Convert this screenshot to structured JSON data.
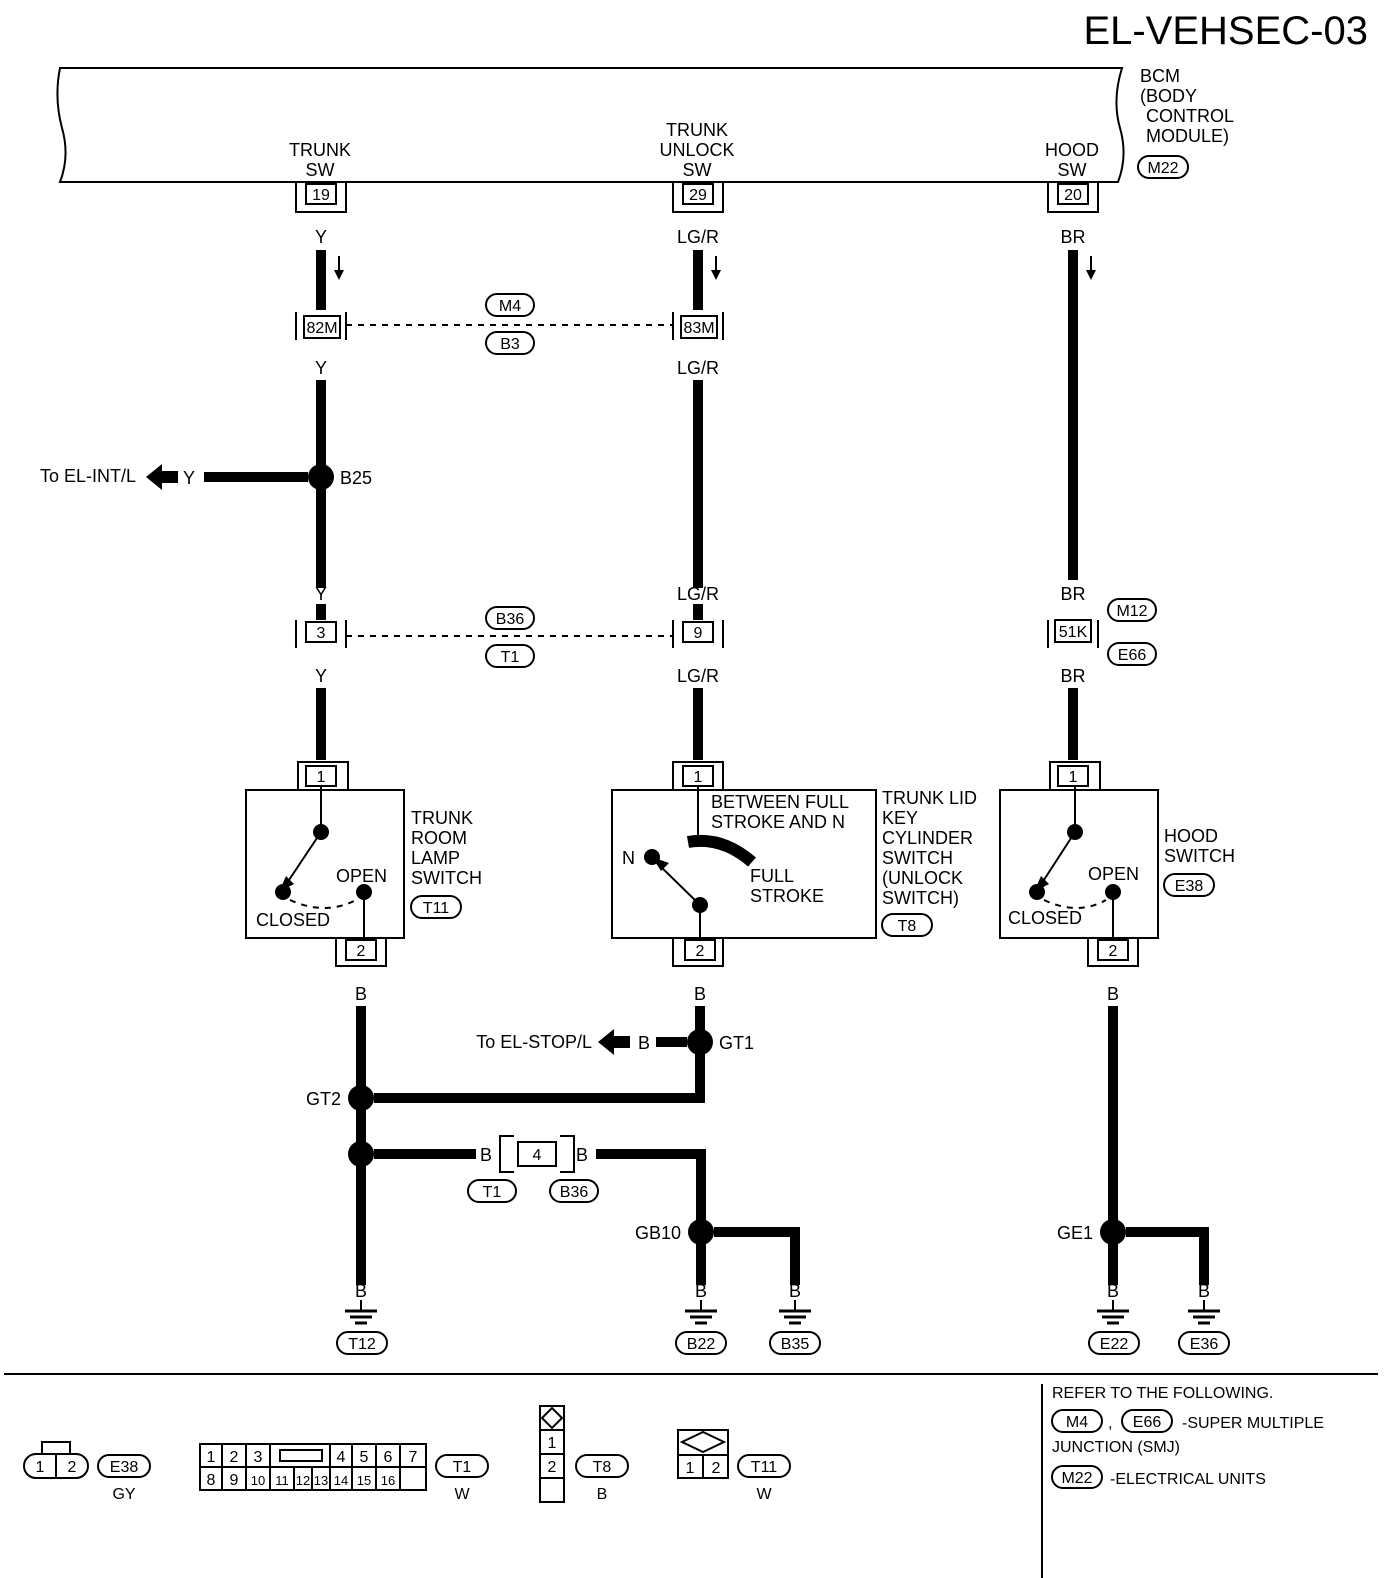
{
  "diagram_id": "EL-VEHSEC-03",
  "bcm": {
    "lines": [
      "BCM",
      "(BODY",
      "CONTROL",
      "MODULE)"
    ],
    "connector": "M22",
    "pins": [
      {
        "lines": [
          "TRUNK",
          "SW"
        ],
        "pin": "19"
      },
      {
        "lines": [
          "TRUNK",
          "UNLOCK",
          "SW"
        ],
        "pin": "29"
      },
      {
        "lines": [
          "HOOD",
          "SW"
        ],
        "pin": "20"
      }
    ]
  },
  "wire_colors": {
    "y": "Y",
    "lgr": "LG/R",
    "br": "BR",
    "b": "B"
  },
  "connectors": {
    "c82m": "82M",
    "c83m": "83M",
    "m4": "M4",
    "b3": "B3",
    "c3": "3",
    "c9": "9",
    "b36": "B36",
    "t1": "T1",
    "c51k": "51K",
    "m12": "M12",
    "e66": "E66",
    "c4": "4"
  },
  "junctions": {
    "b25": "B25",
    "gt1": "GT1",
    "gt2": "GT2",
    "gb10": "GB10",
    "ge1": "GE1"
  },
  "refs": {
    "to_int": "To EL-INT/L",
    "to_stop": "To EL-STOP/L"
  },
  "components": {
    "trunk_room": {
      "lines": [
        "TRUNK",
        "ROOM",
        "LAMP",
        "SWITCH"
      ],
      "connector": "T11",
      "open": "OPEN",
      "closed": "CLOSED",
      "pin1": "1",
      "pin2": "2"
    },
    "key_cyl": {
      "lines": [
        "TRUNK LID",
        "KEY",
        "CYLINDER",
        "SWITCH",
        "(UNLOCK",
        " SWITCH)"
      ],
      "connector": "T8",
      "between": [
        "BETWEEN FULL",
        "STROKE AND N"
      ],
      "n": "N",
      "full": [
        "FULL",
        "STROKE"
      ],
      "pin1": "1",
      "pin2": "2"
    },
    "hood": {
      "lines": [
        "HOOD",
        "SWITCH"
      ],
      "connector": "E38",
      "open": "OPEN",
      "closed": "CLOSED",
      "pin1": "1",
      "pin2": "2"
    }
  },
  "grounds": [
    "T12",
    "B22",
    "B35",
    "E22",
    "E36"
  ],
  "legend": {
    "e38": {
      "pins": [
        "1",
        "2"
      ],
      "connector": "E38",
      "color": "GY"
    },
    "t1": {
      "row1": [
        "1",
        "2",
        "3",
        "4",
        "5",
        "6",
        "7"
      ],
      "row2": [
        "8",
        "9",
        "10",
        "11",
        "12",
        "13",
        "14",
        "15",
        "16"
      ],
      "connector": "T1",
      "color": "W"
    },
    "t8": {
      "pins": [
        "1",
        "2"
      ],
      "connector": "T8",
      "color": "B"
    },
    "t11": {
      "pins": [
        "1",
        "2"
      ],
      "connector": "T11",
      "color": "W"
    }
  },
  "reference": {
    "heading": "REFER TO THE FOLLOWING.",
    "line1_conn_a": "M4",
    "line1_sep": ",",
    "line1_conn_b": "E66",
    "line1_text": "-SUPER MULTIPLE",
    "line2": "JUNCTION (SMJ)",
    "line3_conn": "M22",
    "line3_text": "-ELECTRICAL  UNITS"
  }
}
